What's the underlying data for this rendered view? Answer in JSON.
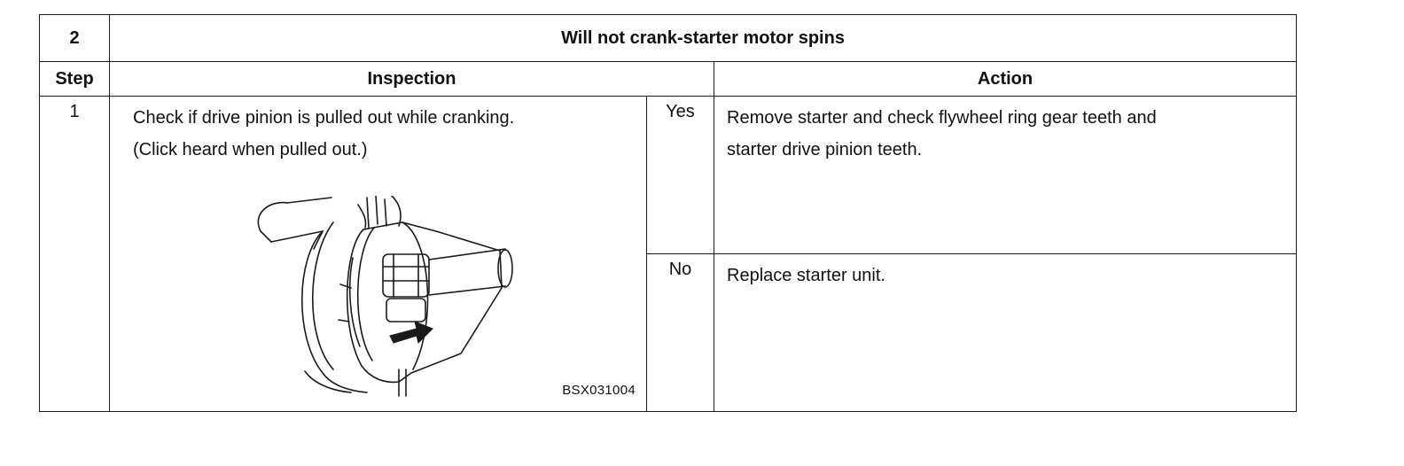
{
  "table": {
    "number": "2",
    "title": "Will not crank-starter motor spins",
    "headers": {
      "step": "Step",
      "inspection": "Inspection",
      "action": "Action"
    },
    "steps": [
      {
        "step": "1",
        "inspection_lines": [
          "Check if drive pinion is pulled out while cranking.",
          "(Click heard when pulled out.)"
        ],
        "figure_code": "BSX031004",
        "figure_icon": "starter-drive-pinion-illustration",
        "outcomes": [
          {
            "answer": "Yes",
            "action_lines": [
              "Remove starter and check flywheel ring gear teeth and",
              "starter drive pinion teeth."
            ]
          },
          {
            "answer": "No",
            "action_lines": [
              "Replace starter unit."
            ]
          }
        ]
      }
    ]
  }
}
